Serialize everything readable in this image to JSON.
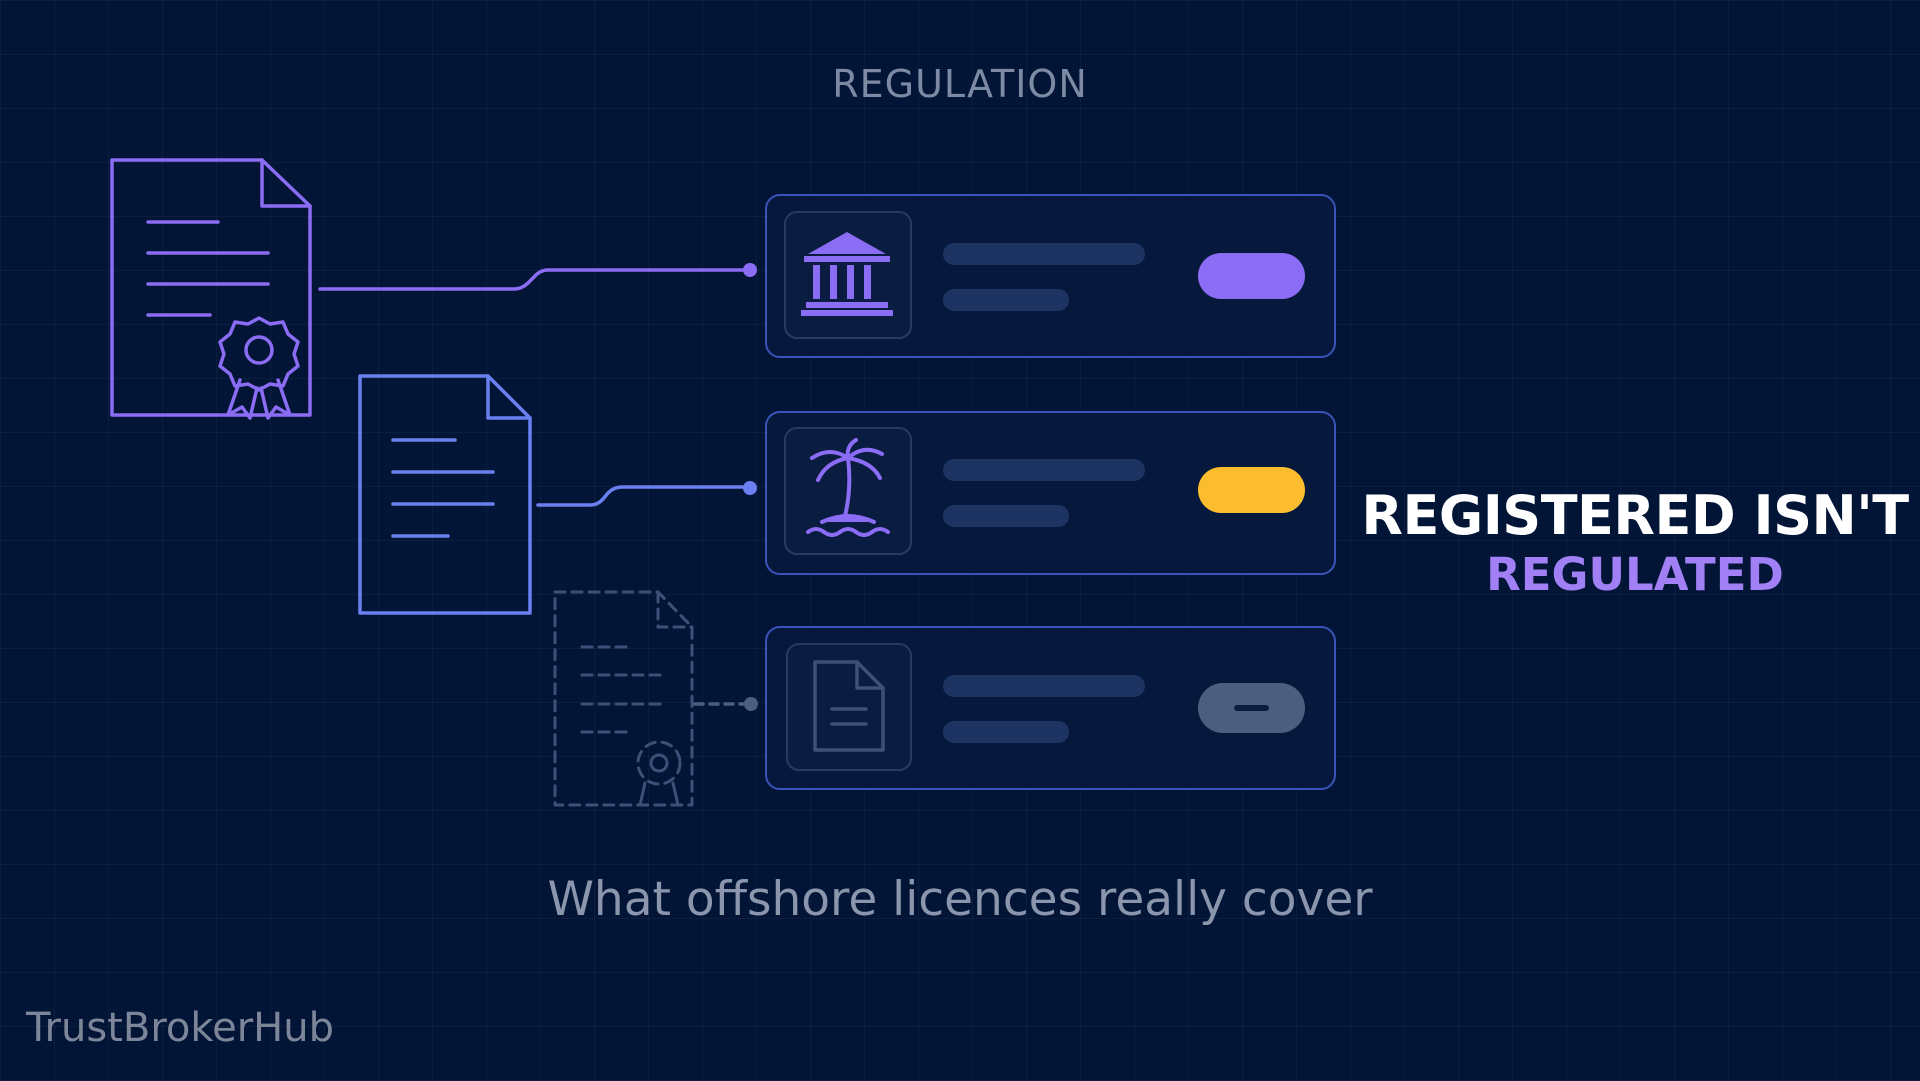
{
  "header": {
    "section_label": "REGULATION"
  },
  "headline": {
    "line1": "REGISTERED ISN'T",
    "line2": "REGULATED"
  },
  "caption": "What offshore licences really cover",
  "brand": "TrustBrokerHub",
  "diagram": {
    "documents": [
      {
        "icon": "certificate-document-icon",
        "style": "solid"
      },
      {
        "icon": "plain-document-icon",
        "style": "solid"
      },
      {
        "icon": "certificate-document-icon",
        "style": "dashed"
      }
    ],
    "cards": [
      {
        "icon": "bank-building-icon",
        "status": "regulated",
        "color": "#8b6cf4"
      },
      {
        "icon": "palm-island-icon",
        "status": "offshore",
        "color": "#fbbd2e"
      },
      {
        "icon": "document-icon",
        "status": "none",
        "color": "#4c5e80"
      }
    ]
  },
  "colors": {
    "background": "#031537",
    "accent_purple": "#8b6cf4",
    "accent_blue": "#6a7ff0",
    "accent_yellow": "#fbbd2e",
    "muted": "#4c5e80"
  }
}
